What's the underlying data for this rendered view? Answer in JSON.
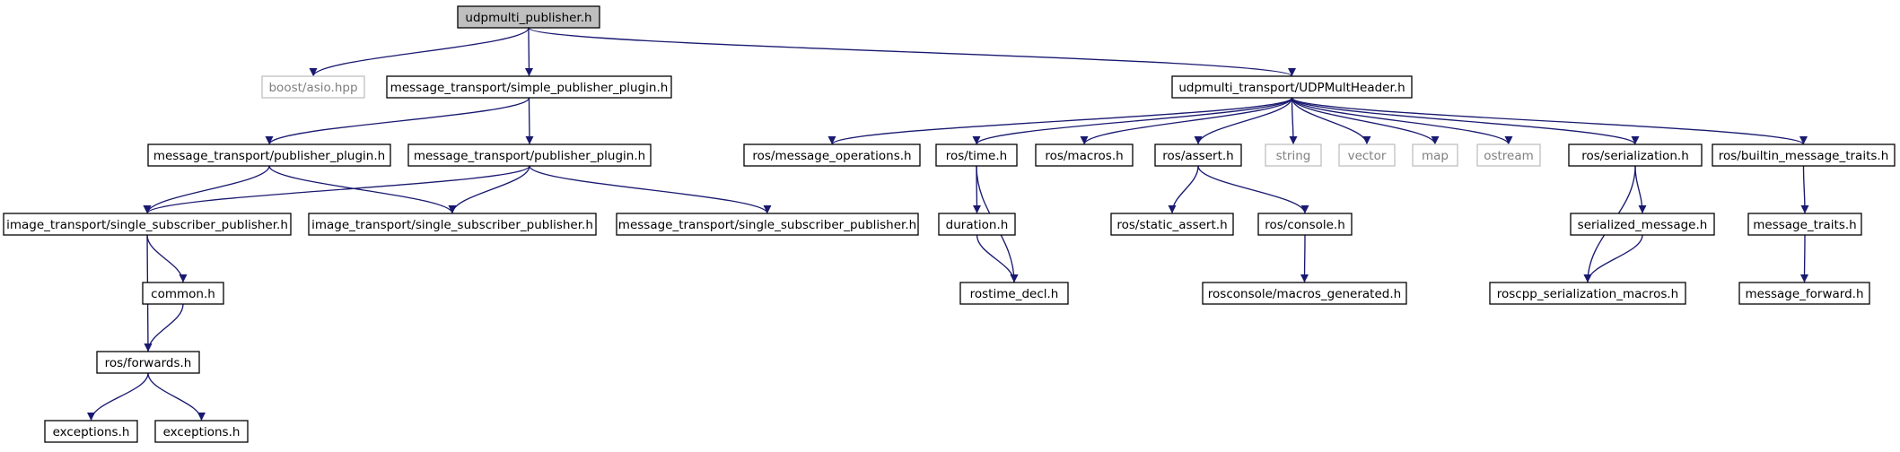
{
  "colors": {
    "edge": "#191970",
    "root_fill": "#bfbfbf",
    "node_fill": "#ffffff",
    "node_border": "#000000",
    "external_border": "#bfbfbf",
    "external_text": "#7f7f7f"
  },
  "nodes": [
    {
      "id": "root",
      "label": "udpmulti_publisher.h",
      "kind": "root"
    },
    {
      "id": "boost_asio",
      "label": "boost/asio.hpp",
      "kind": "external"
    },
    {
      "id": "mt_simple_pub",
      "label": "message_transport/simple_publisher_plugin.h",
      "kind": "normal"
    },
    {
      "id": "udp_header",
      "label": "udpmulti_transport/UDPMultHeader.h",
      "kind": "normal"
    },
    {
      "id": "mt_pub_plugin_a",
      "label": "message_transport/publisher_plugin.h",
      "kind": "normal"
    },
    {
      "id": "mt_pub_plugin_b",
      "label": "message_transport/publisher_plugin.h",
      "kind": "normal"
    },
    {
      "id": "it_ssp_a",
      "label": "image_transport/single_subscriber_publisher.h",
      "kind": "normal"
    },
    {
      "id": "it_ssp_b",
      "label": "image_transport/single_subscriber_publisher.h",
      "kind": "normal"
    },
    {
      "id": "mt_ssp",
      "label": "message_transport/single_subscriber_publisher.h",
      "kind": "normal"
    },
    {
      "id": "common",
      "label": "common.h",
      "kind": "normal"
    },
    {
      "id": "ros_forwards",
      "label": "ros/forwards.h",
      "kind": "normal"
    },
    {
      "id": "exceptions_a",
      "label": "exceptions.h",
      "kind": "normal"
    },
    {
      "id": "exceptions_b",
      "label": "exceptions.h",
      "kind": "normal"
    },
    {
      "id": "ros_msg_ops",
      "label": "ros/message_operations.h",
      "kind": "normal"
    },
    {
      "id": "ros_time",
      "label": "ros/time.h",
      "kind": "normal"
    },
    {
      "id": "ros_macros",
      "label": "ros/macros.h",
      "kind": "normal"
    },
    {
      "id": "ros_assert",
      "label": "ros/assert.h",
      "kind": "normal"
    },
    {
      "id": "std_string",
      "label": "string",
      "kind": "external"
    },
    {
      "id": "std_vector",
      "label": "vector",
      "kind": "external"
    },
    {
      "id": "std_map",
      "label": "map",
      "kind": "external"
    },
    {
      "id": "std_ostream",
      "label": "ostream",
      "kind": "external"
    },
    {
      "id": "ros_serialization",
      "label": "ros/serialization.h",
      "kind": "normal"
    },
    {
      "id": "ros_builtin_traits",
      "label": "ros/builtin_message_traits.h",
      "kind": "normal"
    },
    {
      "id": "duration",
      "label": "duration.h",
      "kind": "normal"
    },
    {
      "id": "rostime_decl",
      "label": "rostime_decl.h",
      "kind": "normal"
    },
    {
      "id": "ros_static_assert",
      "label": "ros/static_assert.h",
      "kind": "normal"
    },
    {
      "id": "ros_console",
      "label": "ros/console.h",
      "kind": "normal"
    },
    {
      "id": "rosconsole_macros",
      "label": "rosconsole/macros_generated.h",
      "kind": "normal"
    },
    {
      "id": "serialized_message",
      "label": "serialized_message.h",
      "kind": "normal"
    },
    {
      "id": "roscpp_ser_macros",
      "label": "roscpp_serialization_macros.h",
      "kind": "normal"
    },
    {
      "id": "message_traits",
      "label": "message_traits.h",
      "kind": "normal"
    },
    {
      "id": "message_forward",
      "label": "message_forward.h",
      "kind": "normal"
    }
  ],
  "edges": [
    [
      "root",
      "boost_asio"
    ],
    [
      "root",
      "mt_simple_pub"
    ],
    [
      "root",
      "udp_header"
    ],
    [
      "mt_simple_pub",
      "mt_pub_plugin_a"
    ],
    [
      "mt_simple_pub",
      "mt_pub_plugin_b"
    ],
    [
      "mt_pub_plugin_a",
      "it_ssp_a"
    ],
    [
      "mt_pub_plugin_a",
      "it_ssp_b"
    ],
    [
      "mt_pub_plugin_b",
      "it_ssp_a"
    ],
    [
      "mt_pub_plugin_b",
      "it_ssp_b"
    ],
    [
      "mt_pub_plugin_b",
      "mt_ssp"
    ],
    [
      "it_ssp_a",
      "common"
    ],
    [
      "it_ssp_a",
      "ros_forwards"
    ],
    [
      "common",
      "ros_forwards"
    ],
    [
      "ros_forwards",
      "exceptions_a"
    ],
    [
      "ros_forwards",
      "exceptions_b"
    ],
    [
      "udp_header",
      "ros_msg_ops"
    ],
    [
      "udp_header",
      "ros_time"
    ],
    [
      "udp_header",
      "ros_macros"
    ],
    [
      "udp_header",
      "ros_assert"
    ],
    [
      "udp_header",
      "std_string"
    ],
    [
      "udp_header",
      "std_vector"
    ],
    [
      "udp_header",
      "std_map"
    ],
    [
      "udp_header",
      "std_ostream"
    ],
    [
      "udp_header",
      "ros_serialization"
    ],
    [
      "udp_header",
      "ros_builtin_traits"
    ],
    [
      "ros_time",
      "duration"
    ],
    [
      "ros_time",
      "rostime_decl"
    ],
    [
      "duration",
      "rostime_decl"
    ],
    [
      "ros_assert",
      "ros_static_assert"
    ],
    [
      "ros_assert",
      "ros_console"
    ],
    [
      "ros_console",
      "rosconsole_macros"
    ],
    [
      "ros_serialization",
      "serialized_message"
    ],
    [
      "ros_serialization",
      "roscpp_ser_macros"
    ],
    [
      "serialized_message",
      "roscpp_ser_macros"
    ],
    [
      "ros_builtin_traits",
      "message_traits"
    ],
    [
      "message_traits",
      "message_forward"
    ]
  ]
}
